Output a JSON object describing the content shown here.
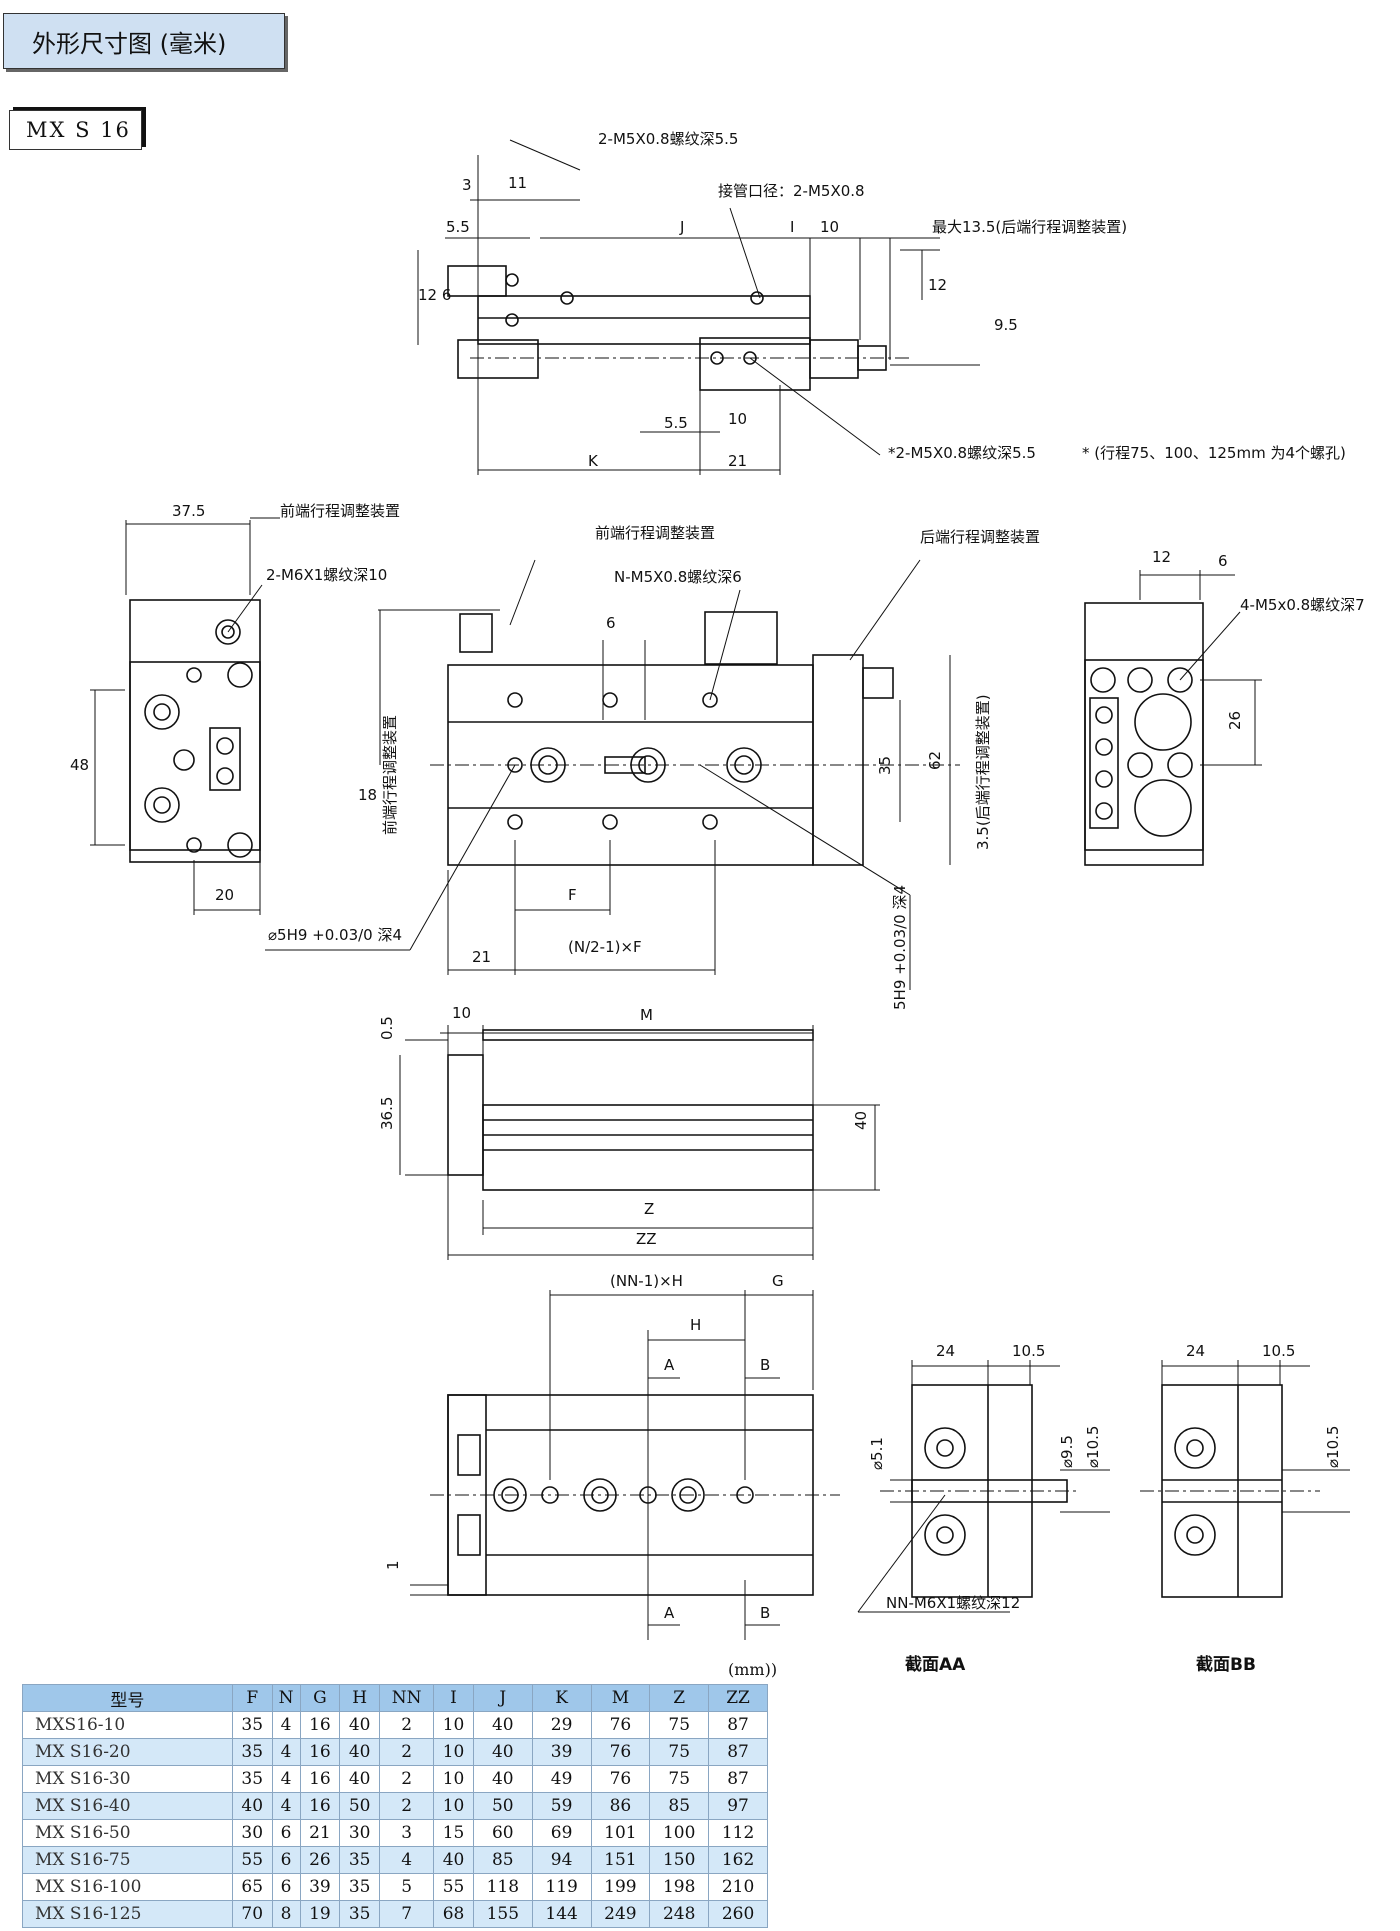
{
  "header": {
    "title": "外形尺寸图 (毫米)",
    "model": "MX S 16"
  },
  "top_view": {
    "note_tap": "2-M5X0.8螺纹深5.5",
    "note_port": "接管口径：2-M5X0.8",
    "note_max": "最大13.5(后端行程调整装置)",
    "note_tap2": "*2-M5X0.8螺纹深5.5",
    "note_star": "* (行程75、100、125mm  为4个螺孔)",
    "dims": {
      "d3": "3",
      "d11": "11",
      "d55": "5.5",
      "dJ": "J",
      "dI": "I",
      "d10": "10",
      "d12a": "12",
      "d6": "6",
      "d12b": "12",
      "d95": "9.5",
      "d55b": "5.5",
      "d10b": "10",
      "dK": "K",
      "d21": "21"
    }
  },
  "side_view": {
    "d375": "37.5",
    "front_adj": "前端行程调整装置",
    "tap10": "2-M6X1螺纹深10",
    "d48": "48",
    "d20": "20",
    "front_adj2": "前端行程调整装置",
    "rear_adj": "后端行程调整装置",
    "tapN": "N-M5X0.8螺纹深6",
    "d6": "6",
    "d18": "18",
    "front_adj_v": "前端行程调整装置",
    "d35": "35",
    "d62": "62",
    "rear_adj_v": "3.5(后端行程调整装置)",
    "dF": "F",
    "d21": "21",
    "formula": "(N/2-1)×F",
    "hole": "⌀5H9 +0.03/0 深4",
    "hole_v": "5H9 +0.03/0 深4",
    "d12": "12",
    "d6b": "6",
    "tap7": "4-M5x0.8螺纹深7",
    "d26": "26"
  },
  "front_view": {
    "d05": "0.5",
    "d10": "10",
    "dM": "M",
    "d365": "36.5",
    "d40": "40",
    "dZ": "Z",
    "dZZ": "ZZ"
  },
  "bottom_view": {
    "dNNH": "(NN-1)×H",
    "dG": "G",
    "dH": "H",
    "secA": "A",
    "secB": "B",
    "d1": "1"
  },
  "sections": {
    "d24": "24",
    "d105": "10.5",
    "d51": "⌀5.1",
    "d95": "⌀9.5",
    "d105v": "⌀10.5",
    "tap12": "NN-M6X1螺纹深12",
    "labelAA": "截面AA",
    "labelBB": "截面BB"
  },
  "table": {
    "unit": "(mm))",
    "headers": [
      "型号",
      "F",
      "N",
      "G",
      "H",
      "NN",
      "I",
      "J",
      "K",
      "M",
      "Z",
      "ZZ"
    ],
    "rows": [
      [
        "MXS16-10",
        "35",
        "4",
        "16",
        "40",
        "2",
        "10",
        "40",
        "29",
        "76",
        "75",
        "87"
      ],
      [
        "MX S16-20",
        "35",
        "4",
        "16",
        "40",
        "2",
        "10",
        "40",
        "39",
        "76",
        "75",
        "87"
      ],
      [
        "MX S16-30",
        "35",
        "4",
        "16",
        "40",
        "2",
        "10",
        "40",
        "49",
        "76",
        "75",
        "87"
      ],
      [
        "MX S16-40",
        "40",
        "4",
        "16",
        "50",
        "2",
        "10",
        "50",
        "59",
        "86",
        "85",
        "97"
      ],
      [
        "MX S16-50",
        "30",
        "6",
        "21",
        "30",
        "3",
        "15",
        "60",
        "69",
        "101",
        "100",
        "112"
      ],
      [
        "MX S16-75",
        "55",
        "6",
        "26",
        "35",
        "4",
        "40",
        "85",
        "94",
        "151",
        "150",
        "162"
      ],
      [
        "MX S16-100",
        "65",
        "6",
        "39",
        "35",
        "5",
        "55",
        "118",
        "119",
        "199",
        "198",
        "210"
      ],
      [
        "MX S16-125",
        "70",
        "8",
        "19",
        "35",
        "7",
        "68",
        "155",
        "144",
        "249",
        "248",
        "260"
      ]
    ]
  }
}
